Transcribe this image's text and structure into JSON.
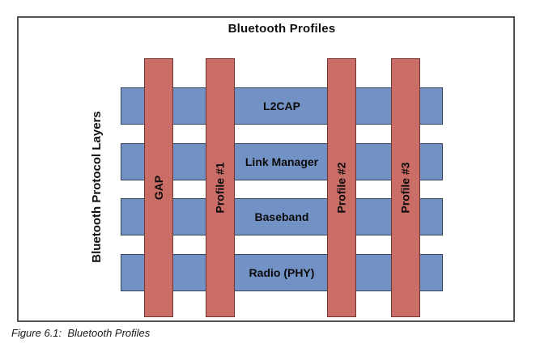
{
  "figure": {
    "title": "Bluetooth Profiles",
    "y_axis_label": "Bluetooth Protocol Layers",
    "caption": "Figure 6.1:  Bluetooth Profiles",
    "layers": [
      "L2CAP",
      "Link Manager",
      "Baseband",
      "Radio (PHY)"
    ],
    "profiles": [
      "GAP",
      "Profile #1",
      "Profile #2",
      "Profile #3"
    ],
    "colors": {
      "layer_fill": "#7292C5",
      "layer_border": "#34455A",
      "profile_fill": "#CB6D67",
      "profile_border": "#6F3633",
      "frame_border": "#515359",
      "text": "#111111"
    }
  }
}
